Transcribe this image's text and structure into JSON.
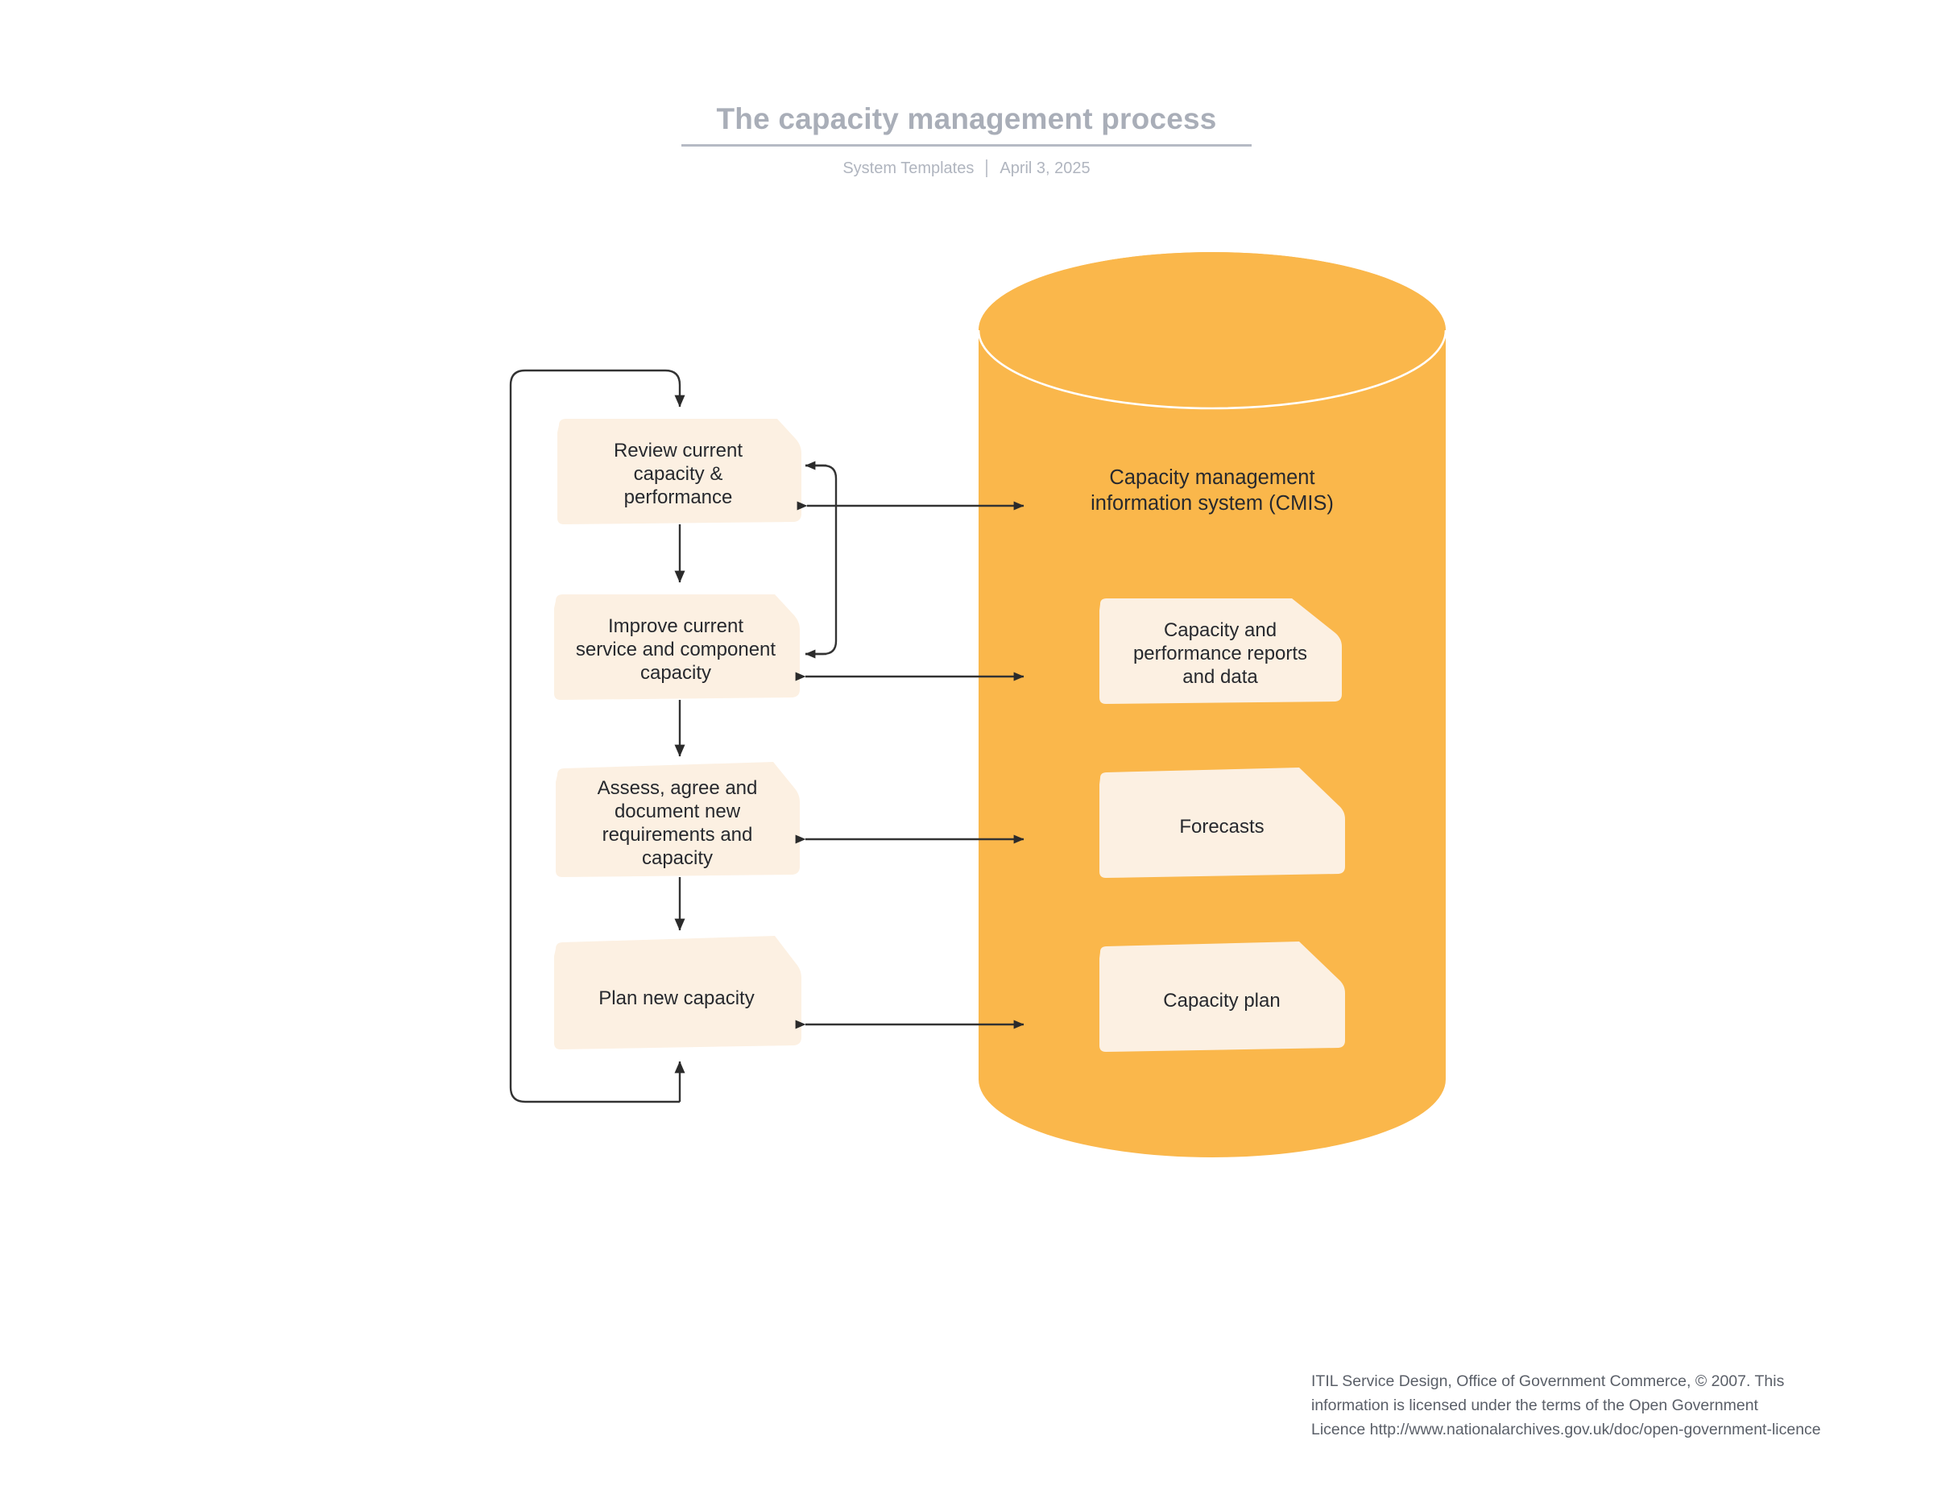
{
  "header": {
    "title": "The capacity management process",
    "source": "System Templates",
    "separator": "|",
    "date": "April 3, 2025"
  },
  "colors": {
    "cylinder_fill": "#FAB74B",
    "document_fill": "#FCF0E2",
    "connector": "#333333",
    "title_text": "#A9AEB8",
    "body_text": "#27292E",
    "background": "#FFFFFF",
    "ellipse_stroke": "#FFFFFF"
  },
  "diagram": {
    "type": "process-flow",
    "process_steps": [
      {
        "id": "review",
        "label": "Review current\ncapacity &\nperformance"
      },
      {
        "id": "improve",
        "label": "Improve current\nservice and component\ncapacity"
      },
      {
        "id": "assess",
        "label": "Assess, agree and\ndocument new\nrequirements and\ncapacity"
      },
      {
        "id": "plan",
        "label": "Plan new capacity"
      }
    ],
    "datastore": {
      "id": "cmis",
      "shape": "cylinder",
      "label": "Capacity management\ninformation system (CMIS)",
      "contents": [
        {
          "id": "reports",
          "label": "Capacity and\nperformance reports\nand data"
        },
        {
          "id": "forecasts",
          "label": "Forecasts"
        },
        {
          "id": "plan-doc",
          "label": "Capacity plan"
        }
      ]
    },
    "connectors": [
      {
        "from": "review",
        "to": "improve",
        "style": "arrow-down"
      },
      {
        "from": "improve",
        "to": "assess",
        "style": "arrow-down"
      },
      {
        "from": "assess",
        "to": "plan",
        "style": "arrow-down"
      },
      {
        "from": "plan",
        "to": "review",
        "style": "feedback-loop-left"
      },
      {
        "from": "review",
        "to": "improve",
        "style": "side-loop-right"
      },
      {
        "from": "review",
        "to": "cmis",
        "style": "bidirectional"
      },
      {
        "from": "improve",
        "to": "cmis",
        "style": "bidirectional"
      },
      {
        "from": "assess",
        "to": "cmis",
        "style": "bidirectional"
      },
      {
        "from": "plan",
        "to": "cmis",
        "style": "bidirectional"
      }
    ]
  },
  "footer": {
    "line1": "ITIL Service Design, Office of Government Commerce, © 2007. This",
    "line2": "information is licensed under the terms of the Open Government",
    "line3": "Licence http://www.nationalarchives.gov.uk/doc/open-government-licence"
  }
}
